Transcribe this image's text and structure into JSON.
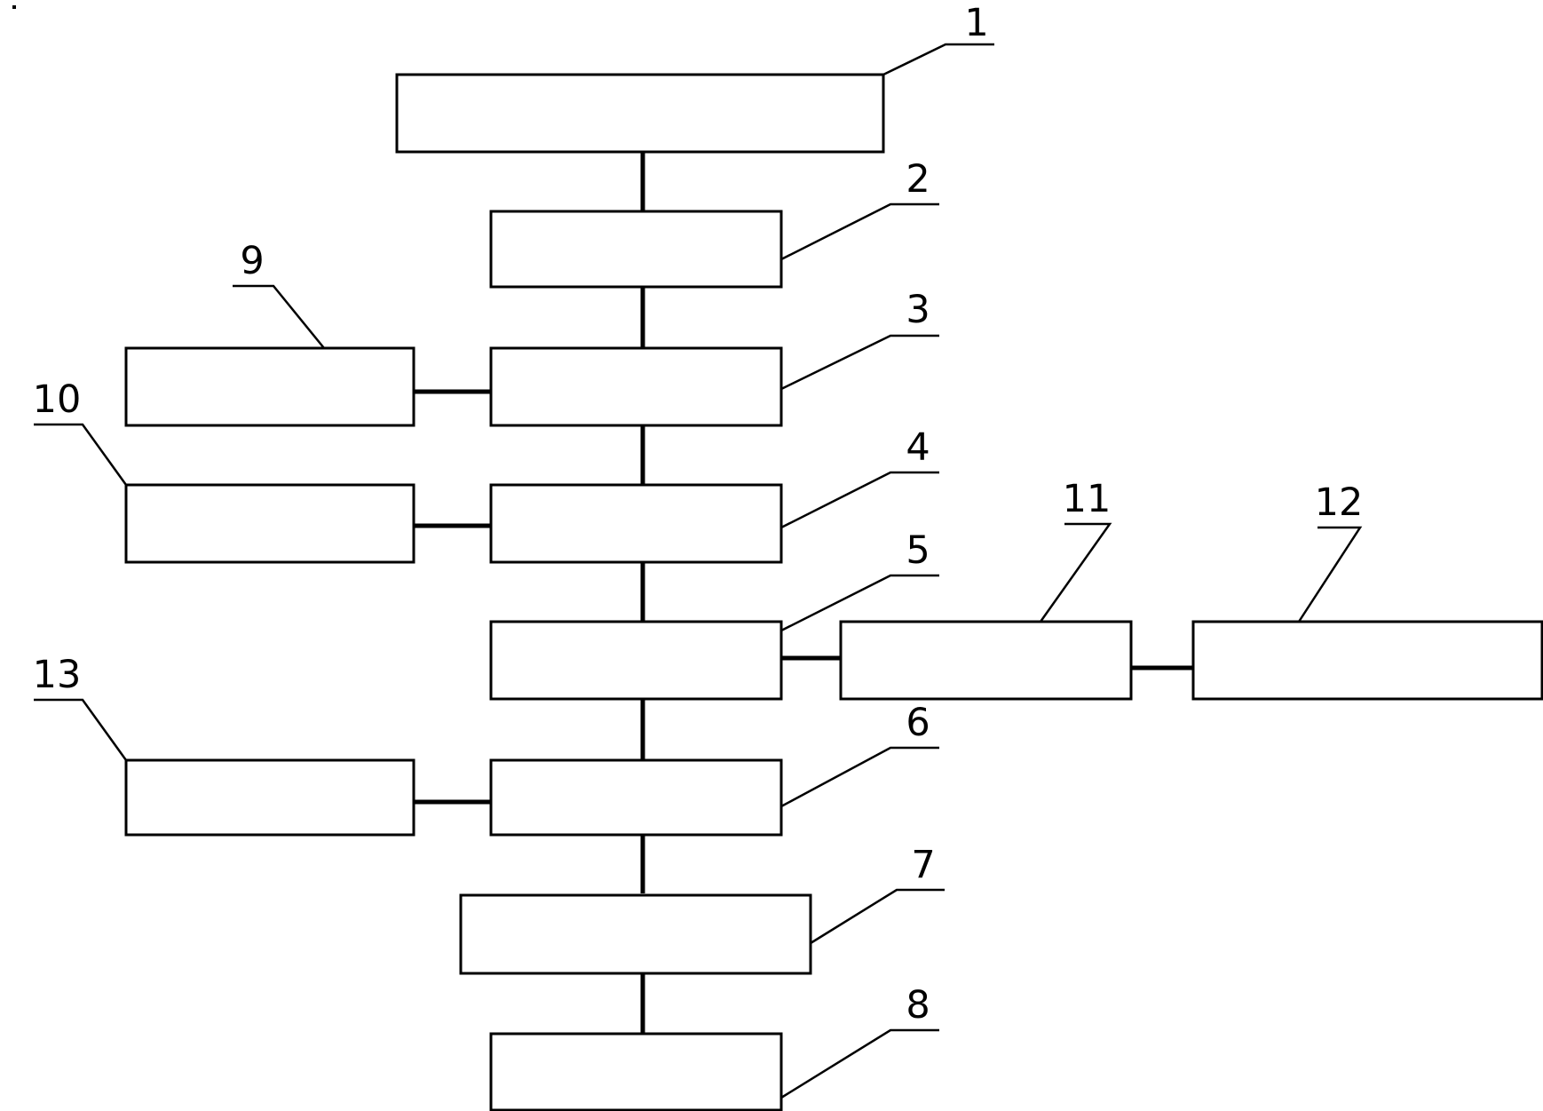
{
  "diagram": {
    "title": "",
    "components": [
      {
        "id": "1",
        "label": "1"
      },
      {
        "id": "2",
        "label": "2"
      },
      {
        "id": "3",
        "label": "3"
      },
      {
        "id": "4",
        "label": "4"
      },
      {
        "id": "5",
        "label": "5"
      },
      {
        "id": "6",
        "label": "6"
      },
      {
        "id": "7",
        "label": "7"
      },
      {
        "id": "8",
        "label": "8"
      },
      {
        "id": "9",
        "label": "9"
      },
      {
        "id": "10",
        "label": "10"
      },
      {
        "id": "11",
        "label": "11"
      },
      {
        "id": "12",
        "label": "12"
      },
      {
        "id": "13",
        "label": "13"
      }
    ],
    "connections": [
      {
        "from": "1",
        "to": "2"
      },
      {
        "from": "2",
        "to": "3"
      },
      {
        "from": "3",
        "to": "4"
      },
      {
        "from": "4",
        "to": "5"
      },
      {
        "from": "5",
        "to": "6"
      },
      {
        "from": "6",
        "to": "7"
      },
      {
        "from": "7",
        "to": "8"
      },
      {
        "from": "9",
        "to": "3"
      },
      {
        "from": "10",
        "to": "4"
      },
      {
        "from": "5",
        "to": "11"
      },
      {
        "from": "11",
        "to": "12"
      },
      {
        "from": "13",
        "to": "6"
      }
    ]
  }
}
